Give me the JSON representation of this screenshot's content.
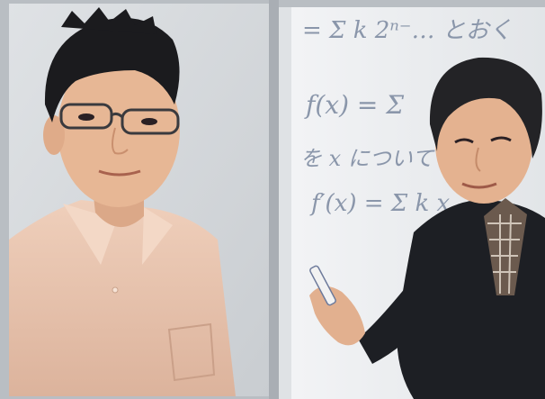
{
  "image": {
    "description_colors": {
      "background": "#b9bec3",
      "left_wall": "#d7dadd",
      "whiteboard": "#eef0f2",
      "shirt_left": "#e9c7b3",
      "skin": "#e6b896",
      "hair": "#1b1b1e",
      "sweater_right": "#1d1f24",
      "ink": "#8a96aa"
    }
  },
  "whiteboard": {
    "line1": "= Σ k 2ⁿ⁻… とおく",
    "line2": "f(x) = Σ",
    "line3": "を x について",
    "line4": "f′(x) = Σ k x"
  }
}
